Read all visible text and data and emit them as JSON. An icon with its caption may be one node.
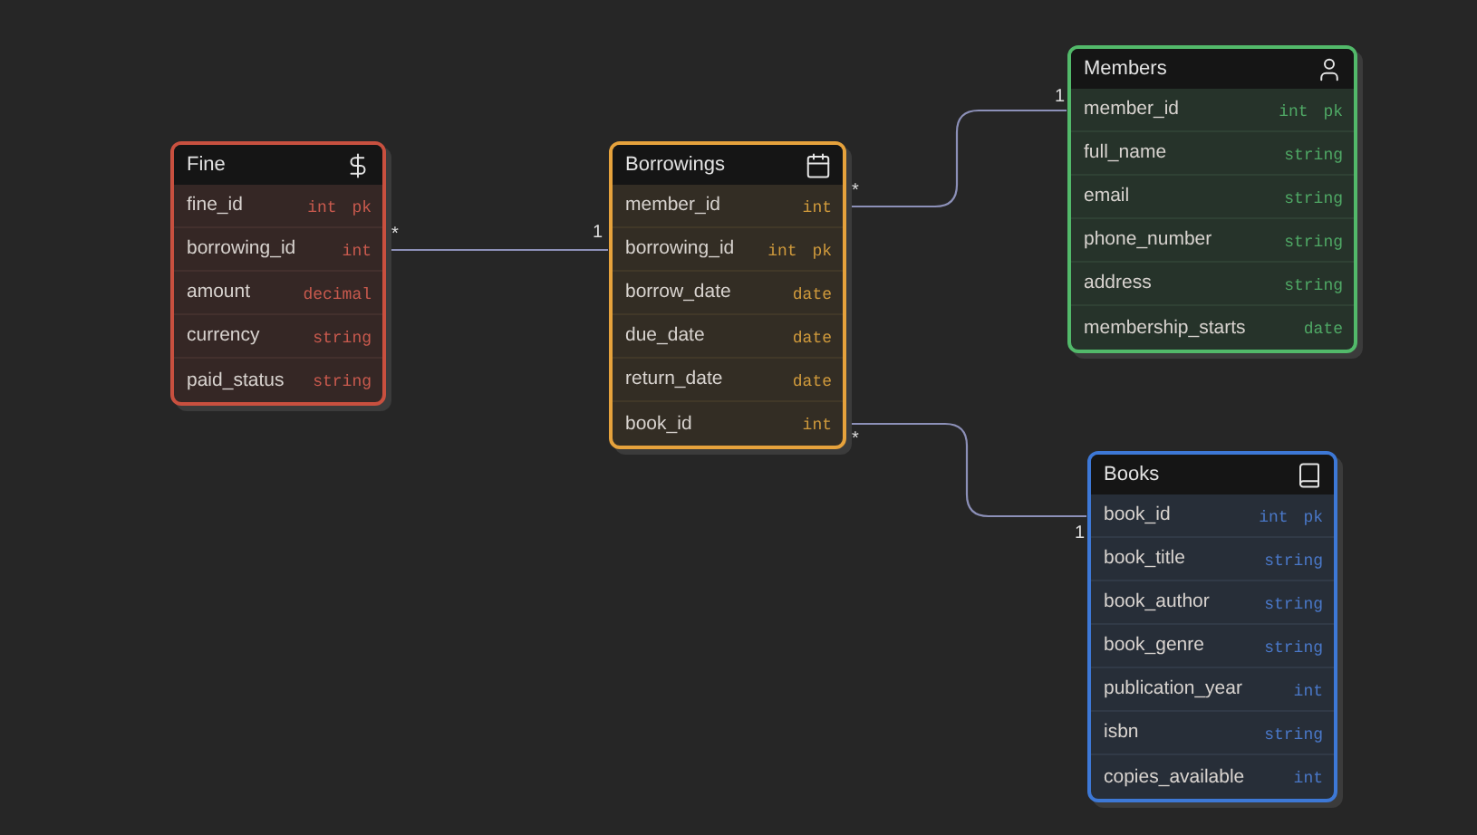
{
  "diagram": {
    "nodes": [
      {
        "text": [
          "Fine"
        ]
      },
      {
        "text": [
          "fine_id",
          "int pk"
        ],
        "in": 0
      },
      {
        "text": [
          "borrowing_id",
          "int"
        ],
        "in": 0
      },
      {
        "text": [
          "amount",
          "decimal"
        ],
        "in": 0
      },
      {
        "text": [
          "currency",
          "string"
        ],
        "in": 0
      },
      {
        "text": [
          "paid_status",
          "string"
        ],
        "in": 0
      },
      {
        "text": [
          "Borrowings"
        ]
      },
      {
        "text": [
          "member_id",
          "int"
        ],
        "in": 6
      },
      {
        "text": [
          "borrowing_id",
          "int pk"
        ],
        "in": 6
      },
      {
        "text": [
          "borrow_date",
          "date"
        ],
        "in": 6
      },
      {
        "text": [
          "due_date",
          "date"
        ],
        "in": 6
      },
      {
        "text": [
          "return_date",
          "date"
        ],
        "in": 6
      },
      {
        "text": [
          "book_id",
          "int"
        ],
        "in": 6
      },
      {
        "text": [
          "Members"
        ]
      },
      {
        "text": [
          "member_id",
          "int pk"
        ],
        "in": 13
      },
      {
        "text": [
          "full_name",
          "string"
        ],
        "in": 13
      },
      {
        "text": [
          "email",
          "string"
        ],
        "in": 13
      },
      {
        "text": [
          "phone_number",
          "string"
        ],
        "in": 13
      },
      {
        "text": [
          "address",
          "string"
        ],
        "in": 13
      },
      {
        "text": [
          "membership_starts",
          "date"
        ],
        "in": 13
      },
      {
        "text": [
          "Books"
        ]
      },
      {
        "text": [
          "book_id",
          "int pk"
        ],
        "in": 20
      },
      {
        "text": [
          "book_title",
          "string"
        ],
        "in": 20
      },
      {
        "text": [
          "book_author",
          "string"
        ],
        "in": 20
      },
      {
        "text": [
          "book_genre",
          "string"
        ],
        "in": 20
      },
      {
        "text": [
          "publication_year",
          "int"
        ],
        "in": 20
      },
      {
        "text": [
          "isbn",
          "string"
        ],
        "in": 20
      },
      {
        "text": [
          "copies_available",
          "int"
        ],
        "in": 20
      }
    ],
    "edges": [
      {
        "from": 2,
        "to": 8,
        "arrow": "none"
      },
      {
        "from": 7,
        "to": 14,
        "arrow": "none"
      },
      {
        "from": 12,
        "to": 21,
        "arrow": "none"
      }
    ],
    "labels": [
      "1",
      "*",
      "*",
      "1",
      "*",
      "1"
    ]
  }
}
